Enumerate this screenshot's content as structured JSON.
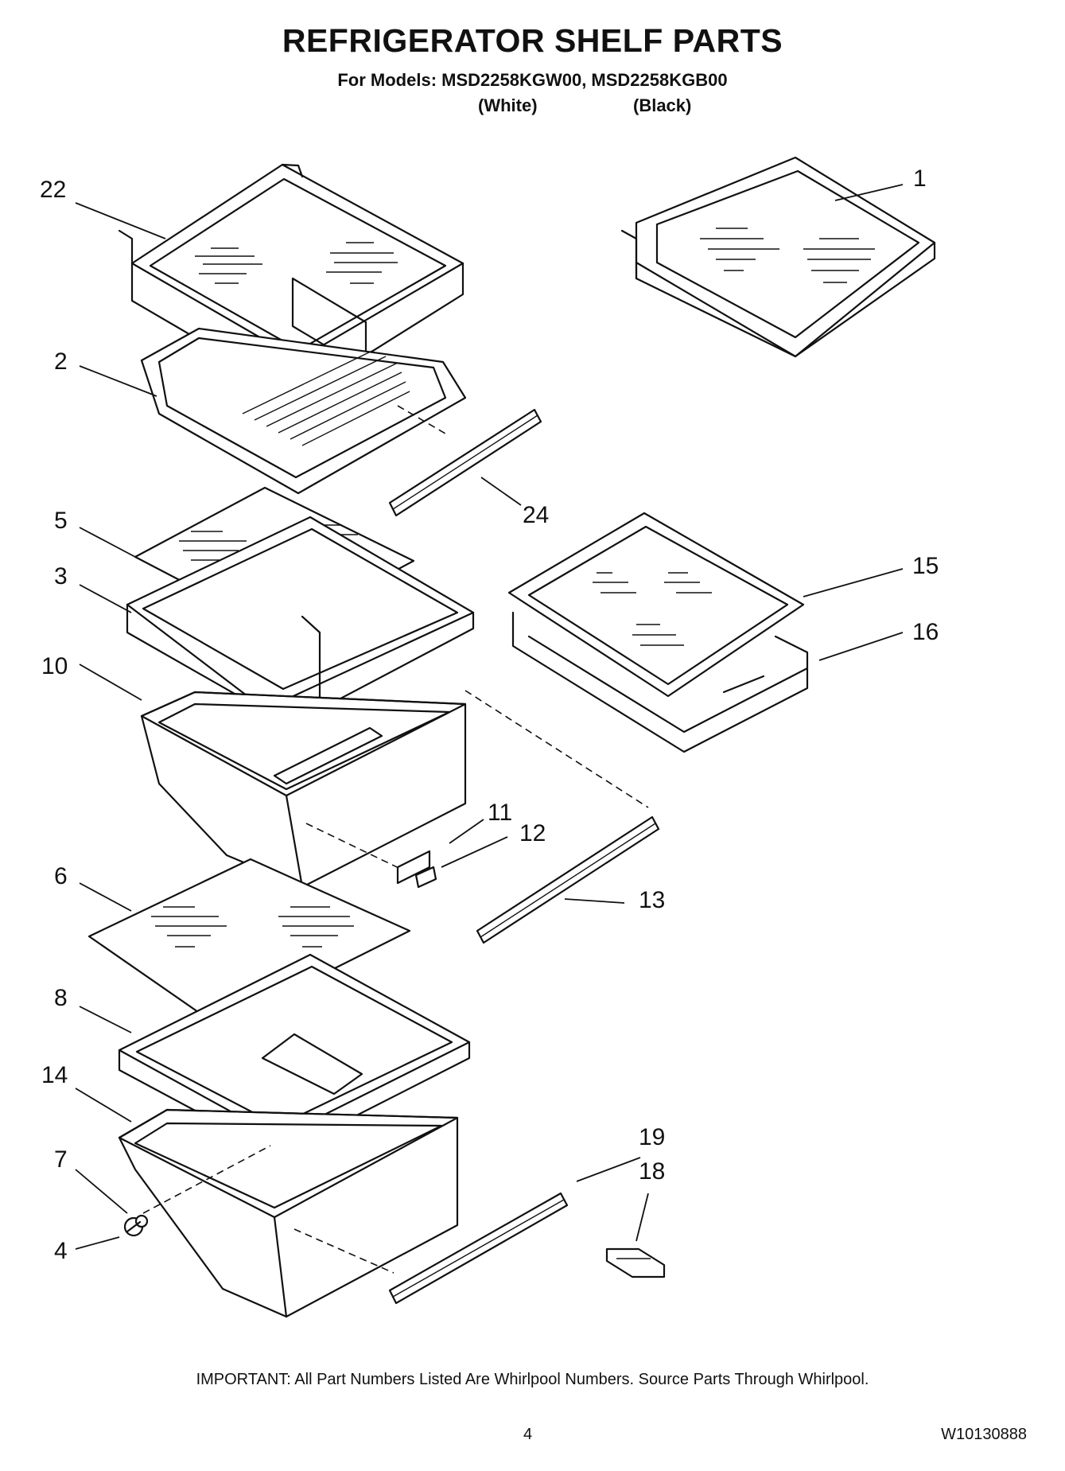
{
  "header": {
    "title": "REFRIGERATOR SHELF PARTS",
    "subtitle": "For Models: MSD2258KGW00, MSD2258KGB00",
    "color_white": "(White)",
    "color_black": "(Black)"
  },
  "callouts": {
    "c1": "1",
    "c2": "2",
    "c3": "3",
    "c4": "4",
    "c5": "5",
    "c6": "6",
    "c7": "7",
    "c8": "8",
    "c10": "10",
    "c11": "11",
    "c12": "12",
    "c13": "13",
    "c14": "14",
    "c15": "15",
    "c16": "16",
    "c18": "18",
    "c19": "19",
    "c22": "22",
    "c24": "24"
  },
  "footer": {
    "note": "IMPORTANT: All Part Numbers Listed Are Whirlpool Numbers. Source Parts Through Whirlpool.",
    "page_number": "4",
    "document_number": "W10130888"
  }
}
